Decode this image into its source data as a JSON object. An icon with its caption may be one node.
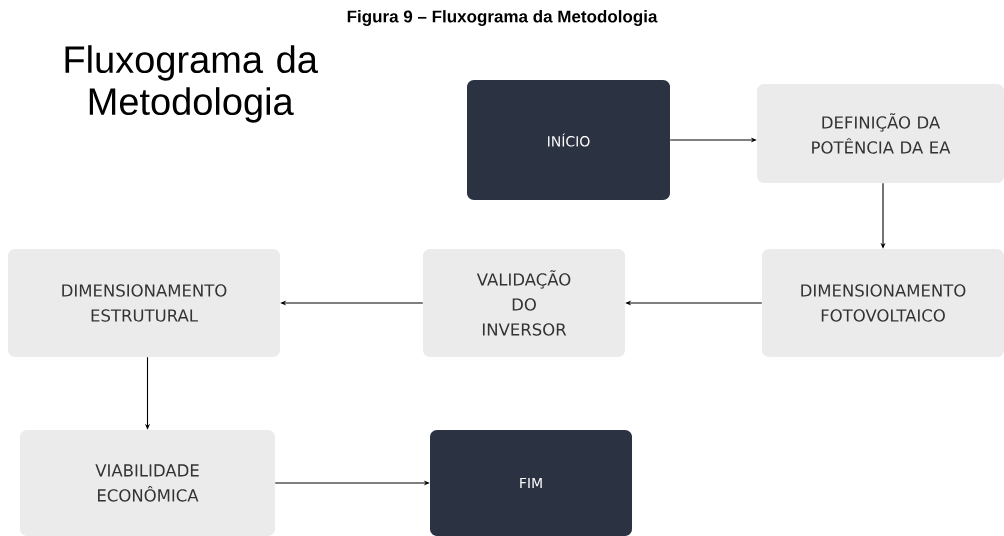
{
  "diagram": {
    "title": "Figura 9 – Fluxograma da Metodologia",
    "nodes": [
      {
        "text": [
          "INÍCIO"
        ]
      },
      {
        "text": [
          "DEFINIÇÃO DA POTÊNCIA DA EA"
        ]
      },
      {
        "text": [
          "DIMENSIONAMENTO FOTOVOLTAICO"
        ]
      },
      {
        "text": [
          "VALIDAÇÃO DO INVERSOR"
        ]
      },
      {
        "text": [
          "DIMENSIONAMENTO ESTRUTURAL"
        ]
      },
      {
        "text": [
          "VIABILIDADE ECONÔMICA"
        ]
      },
      {
        "text": [
          "FIM"
        ]
      }
    ],
    "edges": [
      {
        "from": 0,
        "to": 1,
        "arrow": "to"
      },
      {
        "from": 1,
        "to": 2,
        "arrow": "to"
      },
      {
        "from": 2,
        "to": 3,
        "arrow": "to"
      },
      {
        "from": 3,
        "to": 4,
        "arrow": "to"
      },
      {
        "from": 4,
        "to": 5,
        "arrow": "to"
      },
      {
        "from": 5,
        "to": 6,
        "arrow": "to"
      }
    ],
    "labels": [
      "Fluxograma da Metodologia"
    ]
  }
}
